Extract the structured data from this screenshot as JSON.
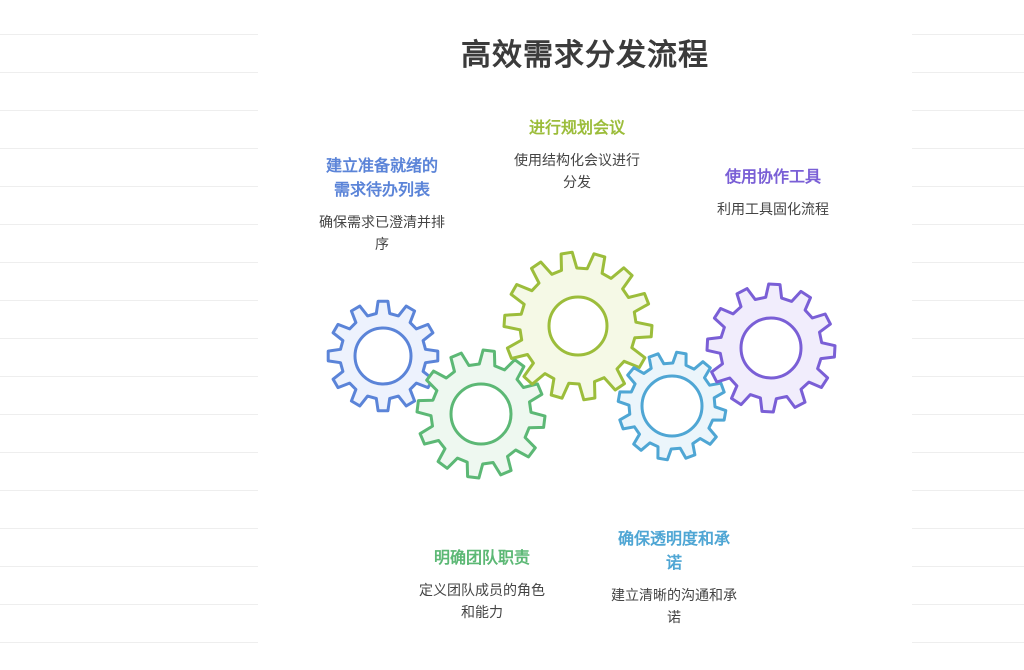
{
  "title": "高效需求分发流程",
  "steps": [
    {
      "heading": "建立准备就绪的需求待办列表",
      "heading_lines": [
        "建立准备就绪的",
        "需求待办列表"
      ],
      "description_lines": [
        "确保需求已澄清并排",
        "序"
      ],
      "color": "#5b84d8"
    },
    {
      "heading": "进行规划会议",
      "heading_lines": [
        "进行规划会议"
      ],
      "description_lines": [
        "使用结构化会议进行",
        "分发"
      ],
      "color": "#9cbd3b"
    },
    {
      "heading": "使用协作工具",
      "heading_lines": [
        "使用协作工具"
      ],
      "description_lines": [
        "利用工具固化流程"
      ],
      "color": "#7a5fd6"
    },
    {
      "heading": "明确团队职责",
      "heading_lines": [
        "明确团队职责"
      ],
      "description_lines": [
        "定义团队成员的角色",
        "和能力"
      ],
      "color": "#5cb875"
    },
    {
      "heading": "确保透明度和承诺",
      "heading_lines": [
        "确保透明度和承",
        "诺"
      ],
      "description_lines": [
        "建立清晰的沟通和承",
        "诺"
      ],
      "color": "#4fa6d4"
    }
  ],
  "gears": [
    {
      "step": 0,
      "stroke": "#5b84d8",
      "fill": "#edf2fd"
    },
    {
      "step": 3,
      "stroke": "#5cb875",
      "fill": "#eef8f0"
    },
    {
      "step": 1,
      "stroke": "#9cbd3b",
      "fill": "#f5f9e6"
    },
    {
      "step": 4,
      "stroke": "#4fa6d4",
      "fill": "#ebf5fb"
    },
    {
      "step": 2,
      "stroke": "#7a5fd6",
      "fill": "#f1edfc"
    }
  ]
}
